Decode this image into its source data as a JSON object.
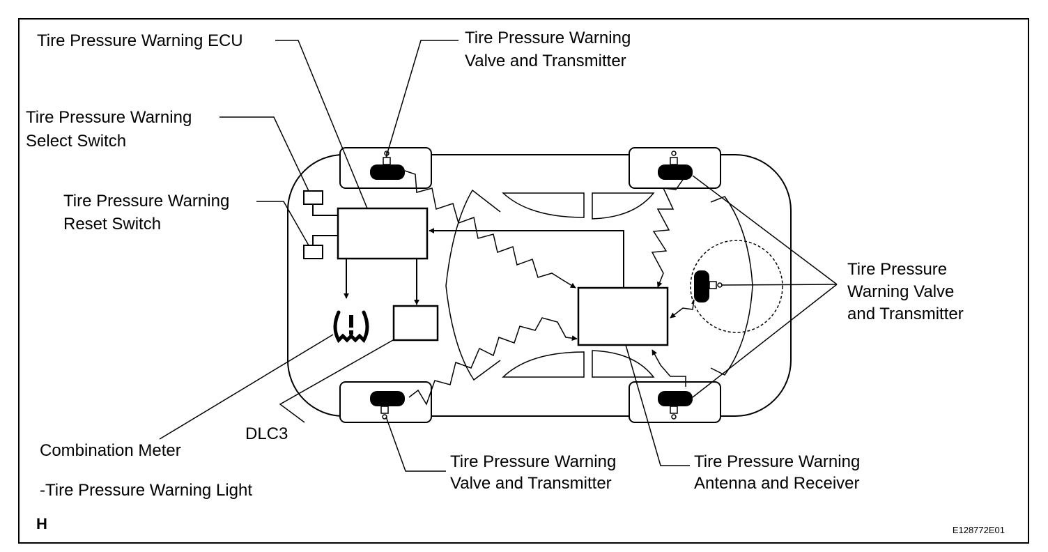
{
  "labels": {
    "ecu": "Tire Pressure Warning ECU",
    "transmitter_front_left": [
      "Tire Pressure Warning",
      "Valve and Transmitter"
    ],
    "select_switch": [
      "Tire Pressure Warning",
      "Select Switch"
    ],
    "reset_switch": [
      "Tire Pressure Warning",
      "Reset Switch"
    ],
    "transmitter_right": [
      "Tire Pressure",
      "Warning Valve",
      "and Transmitter"
    ],
    "combination_meter": "Combination Meter",
    "warning_light": "-Tire Pressure Warning Light",
    "dlc3": "DLC3",
    "transmitter_rear_left": [
      "Tire Pressure Warning",
      "Valve and Transmitter"
    ],
    "antenna_receiver": [
      "Tire Pressure Warning",
      "Antenna and Receiver"
    ]
  },
  "view_mark": "H",
  "figure_code": "E128772E01",
  "icons": {
    "warning_light": "tire-pressure-warning-icon"
  }
}
